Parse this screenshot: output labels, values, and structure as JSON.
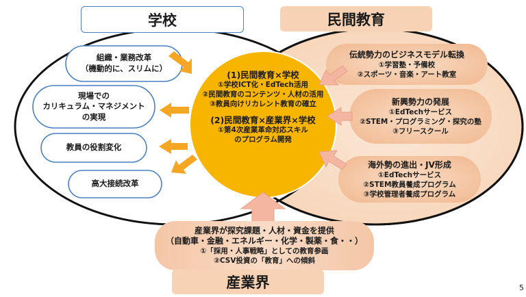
{
  "headers": {
    "school": "学校",
    "private_ed": "民間教育",
    "industry": "産業界"
  },
  "school_items": [
    [
      "組織・業務改革",
      "（機動的に、スリムに）"
    ],
    [
      "現場での",
      "カリキュラム・マネジメント",
      "の実現"
    ],
    [
      "教員の役割変化"
    ],
    [
      "高大接続改革"
    ]
  ],
  "center": {
    "block1_title": "(1)民間教育×学校",
    "block1_items": [
      "①学校ICT化・EdTech活用",
      "②民間教育のコンテンツ・人材の活用",
      "③教員向けリカレント教育の確立"
    ],
    "block2_title": "(2)民間教育×産業界×学校",
    "block2_items": [
      "①第4次産業革命対応スキル",
      "のプログラム開発"
    ]
  },
  "private_groups": [
    {
      "title": "伝統勢力のビジネスモデル転換",
      "items": [
        "①学習塾・予備校",
        "②スポーツ・音楽・アート教室"
      ]
    },
    {
      "title": "新興勢力の発展",
      "items": [
        "①EdTechサービス",
        "②STEM・プログラミング・探究の塾",
        "③フリースクール"
      ]
    },
    {
      "title": "海外勢の進出・JV形成",
      "items": [
        "①EdTechサービス",
        "②STEM教員養成プログラム",
        "③学校管理者養成プログラム"
      ]
    }
  ],
  "industry_box": {
    "lines": [
      "産業界が探究課題・人材・資金を提供",
      "（自動車・金融・エネルギー・化学・製薬・食・・）"
    ],
    "items": [
      "①「採用・人事戦略」としての教育参画",
      "②CSV投資の「教育」への傾斜"
    ]
  },
  "page_number": "5",
  "colors": {
    "orange_arrow": "#f5a623",
    "center_fill": "#f7b500",
    "peach_fill": "#f6d3b6",
    "peach_light": "#fae6d6",
    "pink_arrow": "#f4b6a0",
    "ring": "#111111"
  }
}
